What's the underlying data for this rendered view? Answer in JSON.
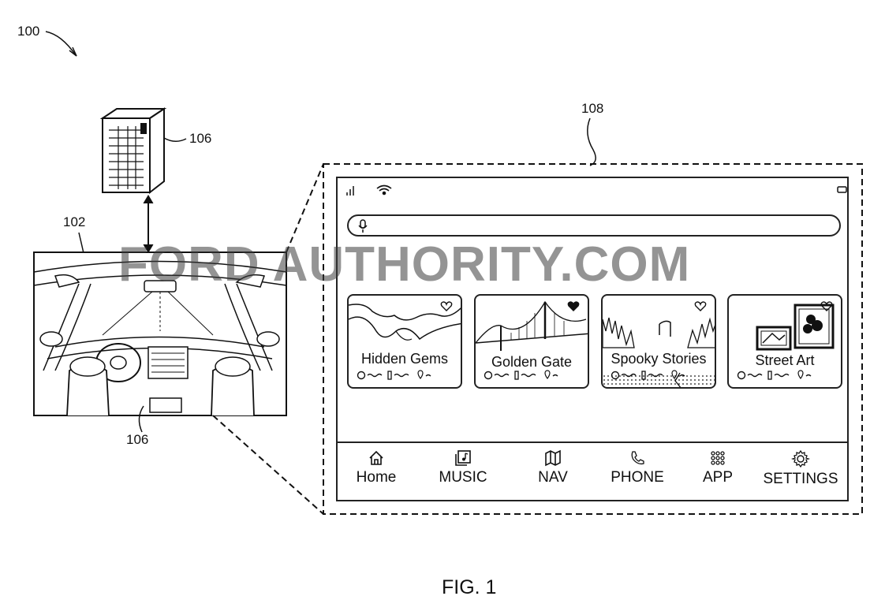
{
  "refs": {
    "system": "100",
    "vehicle": "102",
    "server": "106",
    "device": "106",
    "display": "108"
  },
  "watermark": "FORD AUTHORITY.COM",
  "figure_caption": "FIG. 1",
  "screen": {
    "cards": [
      {
        "title": "Hidden Gems",
        "favorited": false
      },
      {
        "title": "Golden Gate",
        "favorited": true
      },
      {
        "title": "Spooky Stories",
        "favorited": false
      },
      {
        "title": "Street Art",
        "favorited": false
      }
    ],
    "nav": [
      {
        "label": "Home",
        "icon": "home-icon"
      },
      {
        "label": "MUSIC",
        "icon": "music-icon"
      },
      {
        "label": "NAV",
        "icon": "map-icon"
      },
      {
        "label": "PHONE",
        "icon": "phone-icon"
      },
      {
        "label": "APP",
        "icon": "app-grid-icon"
      },
      {
        "label": "SETTINGS",
        "icon": "gear-icon"
      }
    ]
  }
}
